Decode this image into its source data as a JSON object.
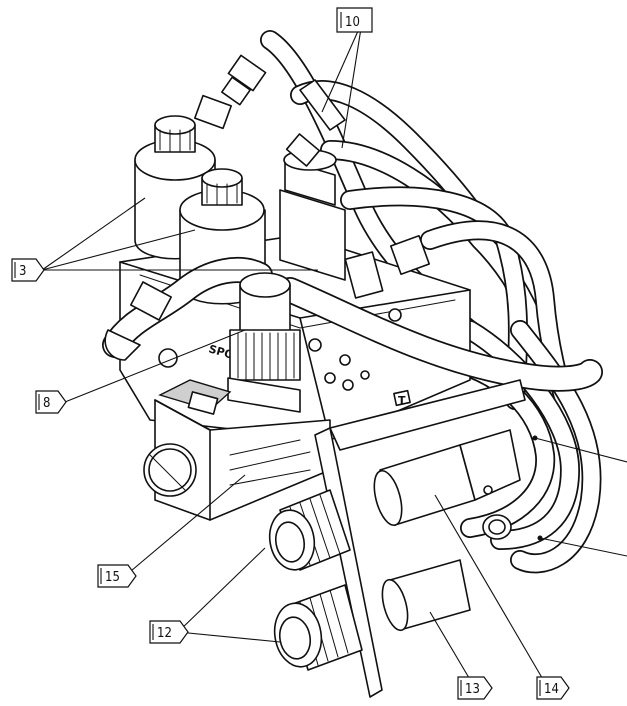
{
  "callouts": {
    "c10": "10",
    "c3": "3",
    "c8": "8",
    "c15": "15",
    "c12": "12",
    "c13": "13",
    "c14": "14"
  },
  "body_text": {
    "spo": "SPO",
    "t": "T"
  },
  "colors": {
    "line": "#111111",
    "paper": "#ffffff"
  }
}
